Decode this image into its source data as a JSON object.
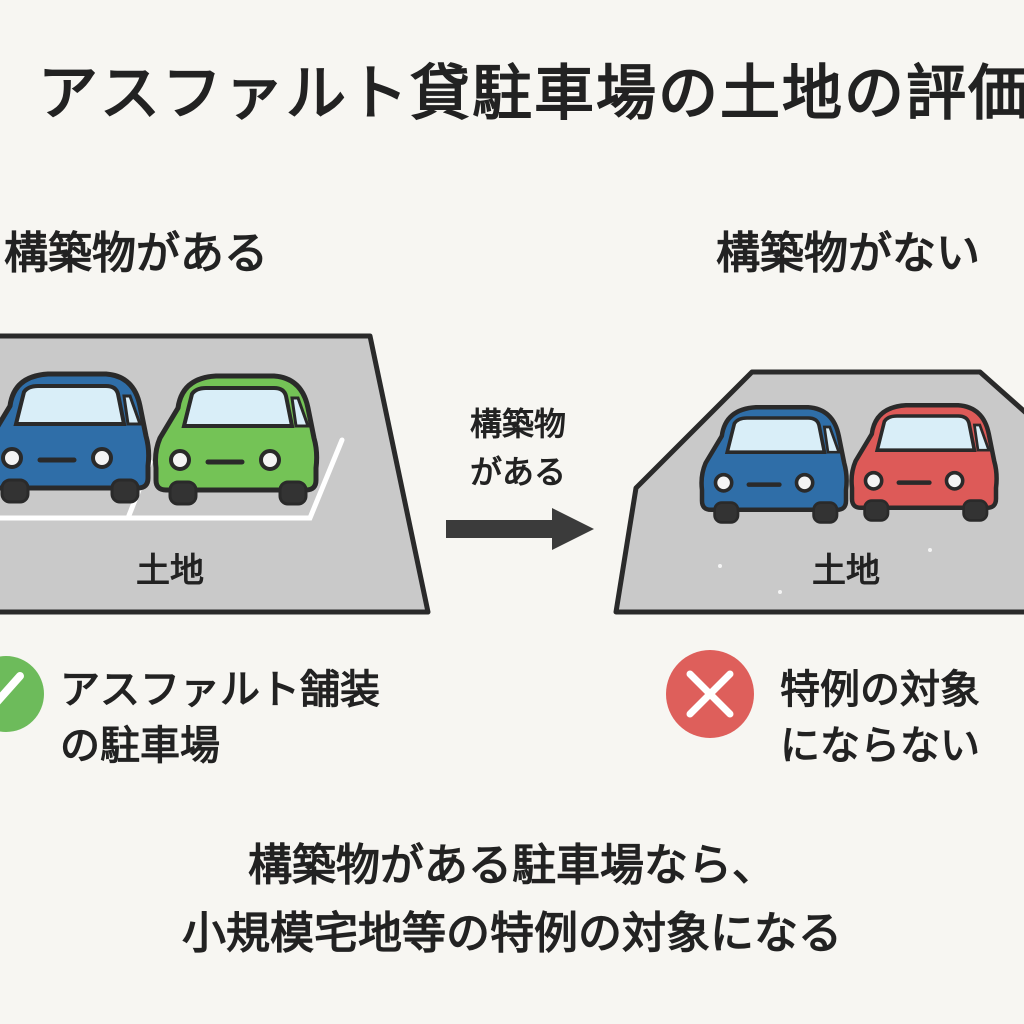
{
  "title": "アスファルト貸駐車場の土地の評価に",
  "left_panel": {
    "heading": "構築物がある",
    "ground_label": "土地",
    "result_line1": "アスファルト舗装",
    "result_line2": "の駐車場",
    "result_icon": "check-icon",
    "cars": [
      "blue-car",
      "green-car"
    ]
  },
  "right_panel": {
    "heading": "構築物がない",
    "ground_label": "土地",
    "result_line1": "特例の対象",
    "result_line2": "にならない",
    "result_icon": "cross-icon",
    "cars": [
      "blue-car",
      "red-car"
    ]
  },
  "arrow": {
    "line1": "構築物",
    "line2": "がある",
    "icon": "arrow-right-icon"
  },
  "conclusion": {
    "line1": "構築物がある駐車場なら、",
    "line2": "小規模宅地等の特例の対象になる"
  },
  "colors": {
    "background": "#f7f6f2",
    "ground": "#c9c9c9",
    "car_blue": "#2f6ea8",
    "car_green": "#74c356",
    "car_red": "#dd5a58",
    "check_green": "#6dbb5b",
    "cross_red": "#de5f5b",
    "outline": "#2a2a2a"
  }
}
